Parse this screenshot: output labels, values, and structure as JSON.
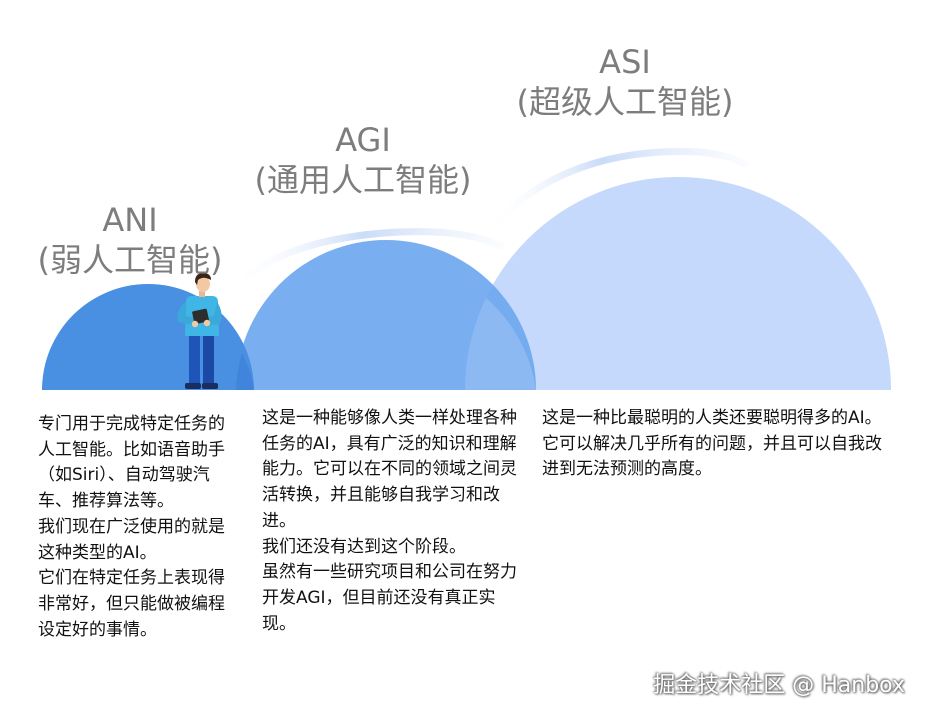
{
  "stages": [
    {
      "id": "ani",
      "abbr": "ANI",
      "name_cn": "(弱人工智能)",
      "paragraphs": [
        "专门用于完成特定任务的人工智能。比如语音助手（如Siri）、自动驾驶汽车、推荐算法等。",
        "我们现在广泛使用的就是这种类型的AI。",
        "它们在特定任务上表现得非常好，但只能做被编程设定好的事情。"
      ]
    },
    {
      "id": "agi",
      "abbr": "AGI",
      "name_cn": "(通用人工智能)",
      "paragraphs": [
        "这是一种能够像人类一样处理各种任务的AI，具有广泛的知识和理解能力。它可以在不同的领域之间灵活转换，并且能够自我学习和改进。",
        "我们还没有达到这个阶段。",
        "虽然有一些研究项目和公司在努力开发AGI，但目前还没有真正实现。"
      ]
    },
    {
      "id": "asi",
      "abbr": "ASI",
      "name_cn": "(超级人工智能)",
      "paragraphs": [
        "这是一种比最聪明的人类还要聪明得多的AI。它可以解决几乎所有的问题，并且可以自我改进到无法预测的高度。"
      ]
    }
  ],
  "watermark": "掘金技术社区 @ Hanbox",
  "colors": {
    "title_gray": "#7d7d7d",
    "ani_dome": "#4a90e2",
    "agi_dome": "#6ea8ef",
    "asi_dome": "#c4d9fb",
    "arc_light": "#d7e6fb",
    "person_shirt": "#3fb6e6",
    "person_pants": "#1f55b8",
    "person_hair": "#3a2418",
    "person_skin": "#f2c9a3"
  },
  "icons": [
    "person-holding-tablet-icon"
  ]
}
